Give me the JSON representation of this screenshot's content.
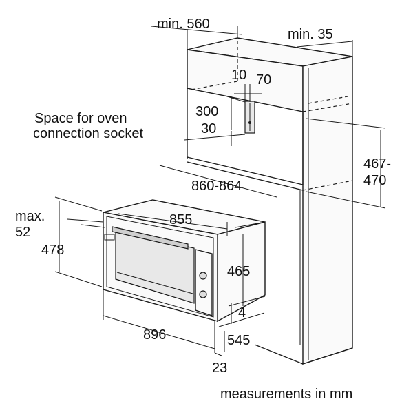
{
  "labels": {
    "min_560": "min. 560",
    "min_35": "min. 35",
    "dim_10": "10",
    "dim_70": "70",
    "dim_300": "300",
    "dim_30": "30",
    "socket_line1": "Space for oven",
    "socket_line2": "connection socket",
    "dim_467_470_a": "467-",
    "dim_467_470_b": "470",
    "dim_860_864": "860-864",
    "max_52_a": "max.",
    "max_52_b": "52",
    "dim_478": "478",
    "dim_855": "855",
    "dim_465": "465",
    "dim_4": "4",
    "dim_896": "896",
    "dim_545": "545",
    "dim_23": "23",
    "footer": "measurements in mm"
  }
}
